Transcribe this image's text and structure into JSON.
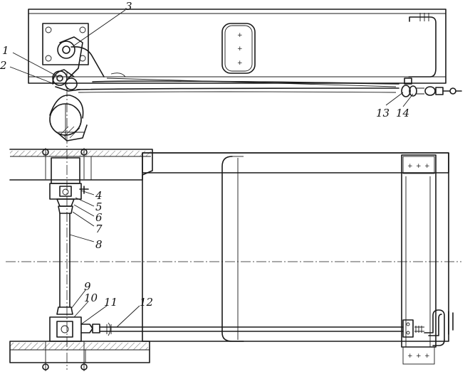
{
  "callouts": [
    "1",
    "2",
    "3",
    "4",
    "5",
    "6",
    "7",
    "8",
    "9",
    "10",
    "11",
    "12",
    "13",
    "14"
  ],
  "plus_mark": "+"
}
